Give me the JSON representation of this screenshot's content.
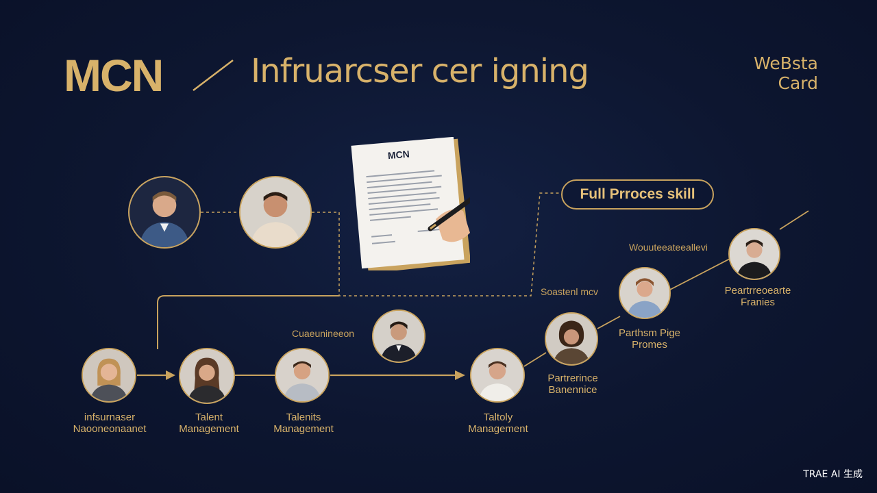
{
  "header": {
    "brand": "MCN",
    "title": "Infruarcser cer igning",
    "corner_line1": "WeBsta",
    "corner_line2": "Card"
  },
  "document": {
    "logo": "MCN"
  },
  "badge": {
    "label": "Full  Prroces skill"
  },
  "nodes": [
    {
      "line1": "infsurnaser",
      "line2": "Naooneonaanet"
    },
    {
      "line1": "Talent",
      "line2": "Management"
    },
    {
      "line1": "Talenits",
      "line2": "Management"
    },
    {
      "line1": "Taltoly",
      "line2": "Management"
    },
    {
      "line1": "Partrerince",
      "line2": "Banennice"
    },
    {
      "line1": "Parthsm Pige",
      "line2": "Promes"
    },
    {
      "line1": "Peartrreoearte",
      "line2": "Franies"
    }
  ],
  "side_labels": {
    "customer": "Cuaeunineeon",
    "session": "Soastenl mcv",
    "workflow": "Wouuteeateeallevi"
  },
  "footer": {
    "text": "TRAE AI 生成"
  },
  "colors": {
    "background": "#0d1630",
    "gold": "#d8b26a",
    "line": "#c9a35e"
  }
}
